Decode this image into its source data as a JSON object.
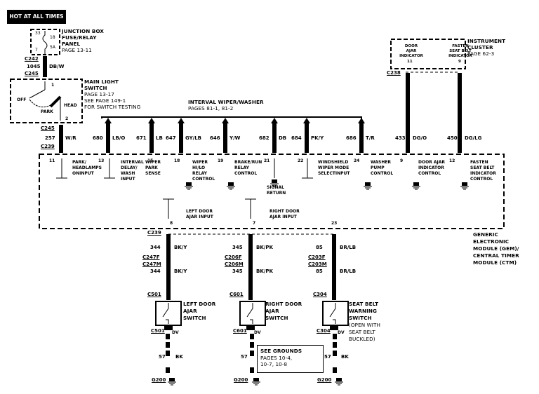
{
  "header": {
    "hot_label": "HOT AT ALL TIMES"
  },
  "junction_box": {
    "title_line1": "JUNCTION BOX",
    "title_line2": "FUSE/RELAY",
    "title_line3": "PANEL",
    "page": "PAGE 13-11",
    "pin_in": "33",
    "pin_out": "7",
    "fuse_no": "18",
    "fuse_rating": "5A"
  },
  "feed_wire": {
    "connector_top": "C242",
    "circuit": "1045",
    "color": "DB/W",
    "connector_bottom": "C245"
  },
  "main_light_switch": {
    "title_line1": "MAIN LIGHT",
    "title_line2": "SWITCH",
    "page": "PAGE 13-17",
    "see_page": "SEE PAGE 149-1",
    "testing": "FOR SWITCH TESTING",
    "pos_off": "OFF",
    "pos_park": "PARK",
    "pos_head": "HEAD",
    "pin_top": "1",
    "pin_bottom": "2",
    "connector_out": "C245"
  },
  "switch_output_wire": {
    "circuit": "257",
    "color": "W/R",
    "connector": "C239"
  },
  "wiper_group": {
    "title": "INTERVAL WIPER/WASHER",
    "pages": "PAGES 81-1, 81-2",
    "wires": [
      {
        "circuit": "680",
        "color": "LB/O"
      },
      {
        "circuit": "671",
        "color": "LB"
      },
      {
        "circuit": "647",
        "color": "GY/LB"
      },
      {
        "circuit": "646",
        "color": "Y/W"
      },
      {
        "circuit": "682",
        "color": "DB"
      },
      {
        "circuit": "684",
        "color": "PK/Y"
      },
      {
        "circuit": "686",
        "color": "T/R"
      }
    ]
  },
  "instrument_cluster": {
    "title_line1": "INSTRUMENT",
    "title_line2": "CLUSTER",
    "page": "PAGE 62-3",
    "door_ajar_line1": "DOOR",
    "door_ajar_line2": "AJAR",
    "door_ajar_line3": "INDICATOR",
    "door_ajar_pin": "11",
    "seatbelt_line1": "FASTEN",
    "seatbelt_line2": "SEAT BELT",
    "seatbelt_line3": "INDICATOR",
    "seatbelt_pin": "9",
    "connector": "C238",
    "wires": [
      {
        "circuit": "433",
        "color": "DG/O"
      },
      {
        "circuit": "450",
        "color": "DG/LG"
      }
    ]
  },
  "gem": {
    "title_line1": "GENERIC",
    "title_line2": "ELECTRONIC",
    "title_line3": "MODULE (GEM)/",
    "title_line4": "CENTRAL TIMER",
    "title_line5": "MODULE (CTM)",
    "pins": [
      {
        "pin": "11",
        "label": [
          "PARK/",
          "HEADLAMPS",
          "ONINPUT"
        ]
      },
      {
        "pin": "13",
        "label": [
          "INTERVAL",
          "DELAY/",
          "WASH",
          "INPUT"
        ]
      },
      {
        "pin": "15",
        "label": [
          "WIPER",
          "PARK",
          "SENSE"
        ]
      },
      {
        "pin": "18",
        "label": [
          "WIPER",
          "HI/LO",
          "RELAY",
          "CONTROL"
        ]
      },
      {
        "pin": "19",
        "label": [
          "BRAKE/RUN",
          "RELAY",
          "CONTROL"
        ]
      },
      {
        "pin": "21",
        "label": [
          "SIGNAL",
          "RETURN"
        ]
      },
      {
        "pin": "22",
        "label": [
          "WINDSHIELD",
          "WIPER MODE",
          "SELECTINPUT"
        ]
      },
      {
        "pin": "24",
        "label": [
          "WASHER",
          "PUMP",
          "CONTROL"
        ]
      },
      {
        "pin": "9",
        "label": [
          "DOOR AJAR",
          "INDICATOR",
          "CONTROL"
        ]
      },
      {
        "pin": "12",
        "label": [
          "FASTEN",
          "SEAT BELT",
          "INDICATOR",
          "CONTROL"
        ]
      },
      {
        "pin": "8",
        "label": [
          "LEFT DOOR",
          "AJAR INPUT"
        ]
      },
      {
        "pin": "7",
        "label": [
          "RIGHT DOOR",
          "AJAR INPUT"
        ]
      },
      {
        "pin": "23",
        "label": []
      }
    ],
    "bottom_connector": "C239"
  },
  "door_circuits": [
    {
      "circuit": "344",
      "color": "BK/Y",
      "inline_f": "C247F",
      "inline_m": "C247M",
      "switch_connector": "C501",
      "switch_line1": "LEFT DOOR",
      "switch_line2": "AJAR",
      "switch_line3": "SWITCH",
      "ground_connector": "C501",
      "ground_pin": "DV",
      "ground_circuit": "57",
      "ground_color": "BK",
      "ground": "G200"
    },
    {
      "circuit": "345",
      "color": "BK/PK",
      "inline_f": "C206F",
      "inline_m": "C206M",
      "switch_connector": "C601",
      "switch_line1": "RIGHT DOOR",
      "switch_line2": "AJAR",
      "switch_line3": "SWITCH",
      "ground_connector": "C601",
      "ground_pin": "DV",
      "ground_circuit": "57",
      "ground_color": "BK",
      "ground": "G200"
    },
    {
      "circuit": "85",
      "color": "BR/LB",
      "inline_f": "C203F",
      "inline_m": "C203M",
      "switch_connector": "C304",
      "switch_line1": "SEAT BELT",
      "switch_line2": "WARNING",
      "switch_line3": "SWITCH",
      "note_line1": "(OPEN WITH",
      "note_line2": "SEAT BELT",
      "note_line3": "BUCKLED)",
      "ground_connector": "C304",
      "ground_pin": "DV",
      "ground_circuit": "57",
      "ground_color": "BK",
      "ground": "G200"
    }
  ],
  "grounds_note": {
    "title": "SEE GROUNDS",
    "line1": "PAGES 10-4,",
    "line2": "10-7, 10-8"
  }
}
